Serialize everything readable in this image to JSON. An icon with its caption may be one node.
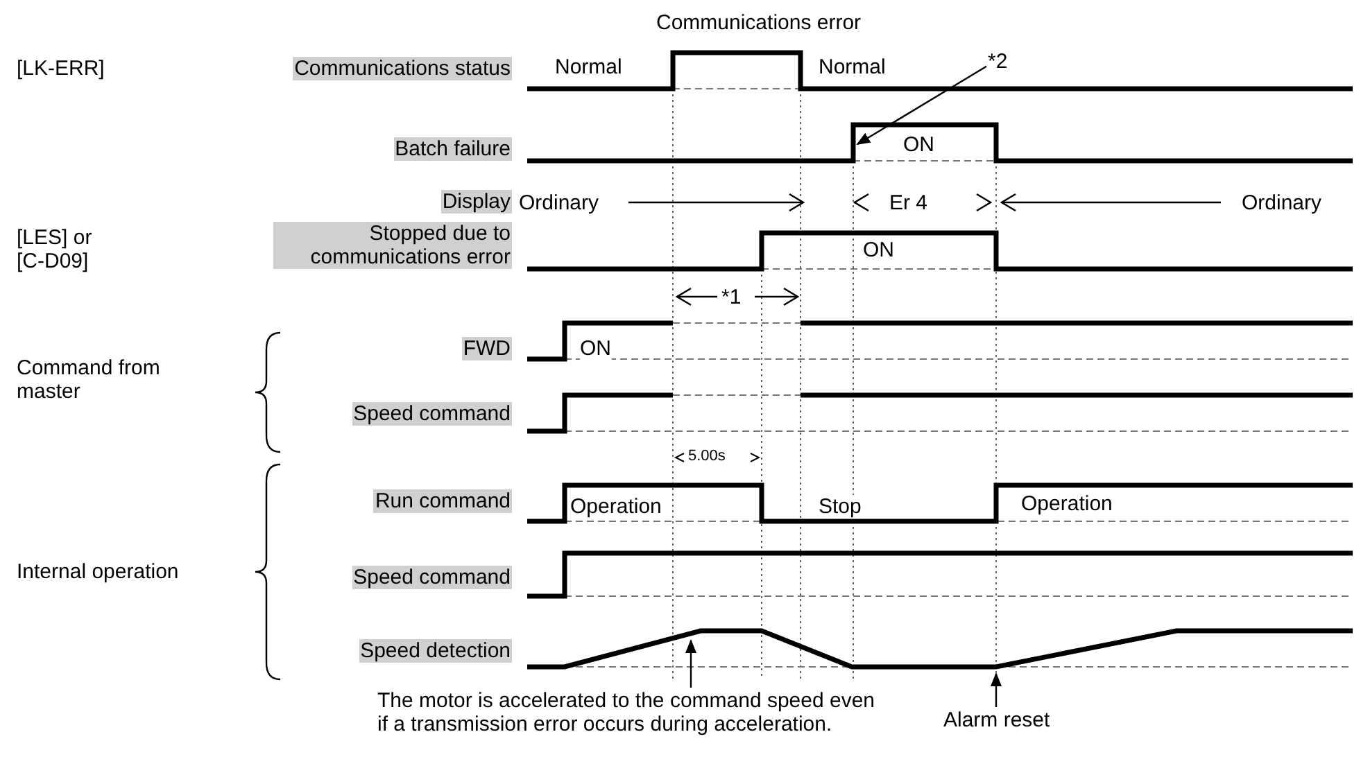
{
  "diagram": {
    "nodes": [
      {
        "text": [
          "Communications status"
        ]
      },
      {
        "text": [
          "Batch failure"
        ]
      },
      {
        "text": [
          "Display"
        ]
      },
      {
        "text": [
          "Stopped due to communications error"
        ]
      },
      {
        "text": [
          "FWD"
        ]
      },
      {
        "text": [
          "Speed command"
        ]
      },
      {
        "text": [
          "Run command"
        ]
      },
      {
        "text": [
          "Speed command"
        ]
      },
      {
        "text": [
          "Speed detection"
        ]
      },
      {
        "text": [
          "*2"
        ]
      },
      {
        "text": [
          "The motor is accelerated to the command speed even if a transmission error occurs during acceleration."
        ]
      },
      {
        "text": [
          "Alarm reset"
        ]
      }
    ],
    "edges": [
      {
        "from": 9,
        "to": null,
        "arrow": "to"
      },
      {
        "from": 10,
        "to": null,
        "arrow": "to"
      },
      {
        "from": 11,
        "to": null,
        "arrow": "to"
      }
    ],
    "labels": [
      "Communications error",
      "[LK-ERR]",
      "Normal",
      "Normal",
      "ON",
      "Ordinary",
      "Er 4",
      "Ordinary",
      "[LES] or [C-D09]",
      "ON",
      "*1",
      "Command from master",
      "ON",
      "5.00s",
      "Internal operation",
      "Operation",
      "Stop",
      "Operation"
    ]
  }
}
